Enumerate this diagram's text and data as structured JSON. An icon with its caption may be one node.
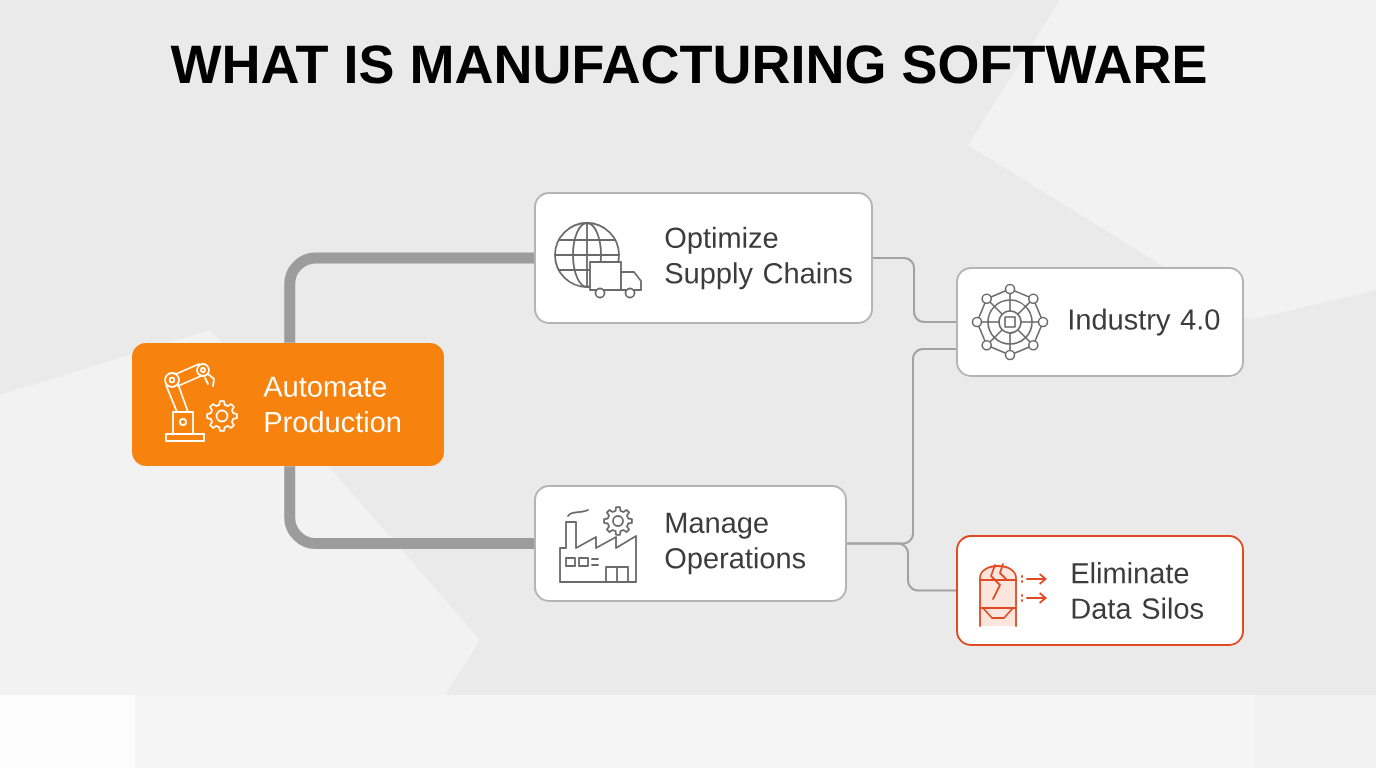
{
  "diagram": {
    "title": "WHAT IS MANUFACTURING SOFTWARE",
    "nodes": [
      {
        "text": [
          "Automate Production"
        ]
      },
      {
        "text": [
          "Optimize Supply Chains"
        ]
      },
      {
        "text": [
          "Manage Operations"
        ]
      },
      {
        "text": [
          "Industry 4.0"
        ]
      },
      {
        "text": [
          "Eliminate Data Silos"
        ]
      }
    ],
    "edges": [
      {
        "from": 0,
        "to": 1,
        "arrow": "none",
        "style": "thick"
      },
      {
        "from": 0,
        "to": 2,
        "arrow": "none",
        "style": "thick"
      },
      {
        "from": 1,
        "to": 3,
        "arrow": "none"
      },
      {
        "from": 2,
        "to": 3,
        "arrow": "none"
      },
      {
        "from": 2,
        "to": 4,
        "arrow": "none"
      }
    ]
  }
}
